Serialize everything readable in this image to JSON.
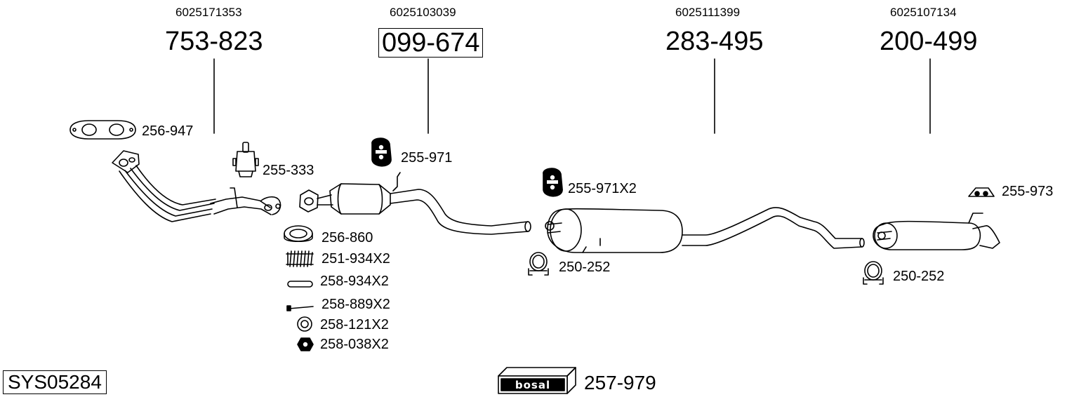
{
  "oe_numbers": {
    "part1": "6025171353",
    "part2": "6025103039",
    "part3": "6025111399",
    "part4": "6025107134"
  },
  "main_parts": {
    "part1": "753-823",
    "part2": "099-674",
    "part3": "283-495",
    "part4": "200-499"
  },
  "accessories": {
    "gasket_top": "256-947",
    "mount": "255-333",
    "hanger_1": "255-971",
    "hanger_2": "255-971X2",
    "hanger_rear": "255-973",
    "ring_gasket": "256-860",
    "spring": "251-934X2",
    "sleeve": "258-934X2",
    "bolt": "258-889X2",
    "washer": "258-121X2",
    "nut": "258-038X2",
    "clamp_mid": "250-252",
    "clamp_rear": "250-252",
    "mounting_kit": "257-979"
  },
  "system_code": "SYS05284",
  "brand": "bosal"
}
